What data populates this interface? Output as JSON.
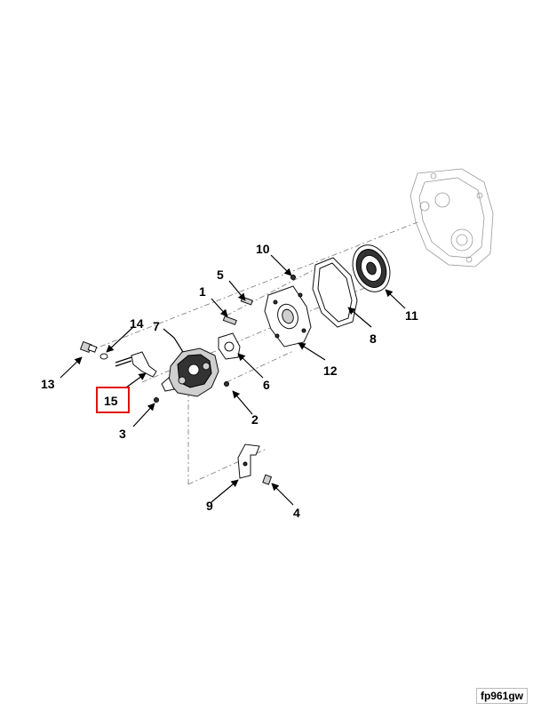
{
  "figure_id": "fp961gw",
  "highlighted_callout": "15",
  "highlight_color": "#e01010",
  "callouts": {
    "c1": "1",
    "c2": "2",
    "c3": "3",
    "c4": "4",
    "c5": "5",
    "c6": "6",
    "c7": "7",
    "c8": "8",
    "c9": "9",
    "c10": "10",
    "c11": "11",
    "c12": "12",
    "c13": "13",
    "c14": "14",
    "c15": "15"
  }
}
